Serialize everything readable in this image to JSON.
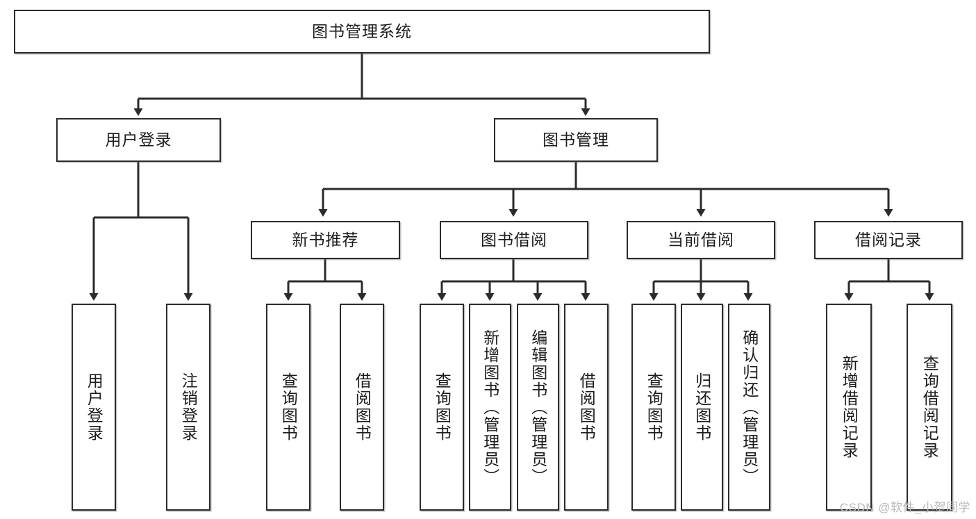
{
  "diagram": {
    "title": "图书管理系统",
    "type": "tree",
    "root": {
      "id": "root",
      "label": "图书管理系统"
    },
    "level2": [
      {
        "id": "user-login",
        "label": "用户登录"
      },
      {
        "id": "book-manage",
        "label": "图书管理"
      }
    ],
    "level3": [
      {
        "id": "new-book-rec",
        "label": "新书推荐",
        "parent": "book-manage"
      },
      {
        "id": "book-borrow",
        "label": "图书借阅",
        "parent": "book-manage"
      },
      {
        "id": "current-borrow",
        "label": "当前借阅",
        "parent": "book-manage"
      },
      {
        "id": "borrow-record",
        "label": "借阅记录",
        "parent": "book-manage"
      }
    ],
    "leaves": [
      {
        "id": "leaf-user-login",
        "label": "用户登录",
        "parent": "user-login"
      },
      {
        "id": "leaf-logout-login",
        "label": "注销登录",
        "parent": "user-login"
      },
      {
        "id": "leaf-query-book-1",
        "label": "查询图书",
        "parent": "new-book-rec"
      },
      {
        "id": "leaf-borrow-book-1",
        "label": "借阅图书",
        "parent": "new-book-rec"
      },
      {
        "id": "leaf-query-book-2",
        "label": "查询图书",
        "parent": "book-borrow"
      },
      {
        "id": "leaf-add-book",
        "label": "新增图书（管理员）",
        "parent": "book-borrow"
      },
      {
        "id": "leaf-edit-book",
        "label": "编辑图书（管理员）",
        "parent": "book-borrow"
      },
      {
        "id": "leaf-borrow-book-2",
        "label": "借阅图书",
        "parent": "book-borrow"
      },
      {
        "id": "leaf-query-book-3",
        "label": "查询图书",
        "parent": "current-borrow"
      },
      {
        "id": "leaf-return-book",
        "label": "归还图书",
        "parent": "current-borrow"
      },
      {
        "id": "leaf-confirm-return",
        "label": "确认归还（管理员）",
        "parent": "current-borrow"
      },
      {
        "id": "leaf-add-record",
        "label": "新增借阅记录",
        "parent": "borrow-record"
      },
      {
        "id": "leaf-query-record",
        "label": "查询借阅记录",
        "parent": "borrow-record"
      }
    ]
  },
  "watermark": {
    "text": "CSDN @软件_小贺同学"
  },
  "colors": {
    "background": "#ffffff",
    "node_border": "#2b2b2b",
    "node_fill": "#ffffff",
    "edge": "#2b2b2b",
    "text": "#1c1c1c",
    "watermark": "#b9b9b9"
  }
}
